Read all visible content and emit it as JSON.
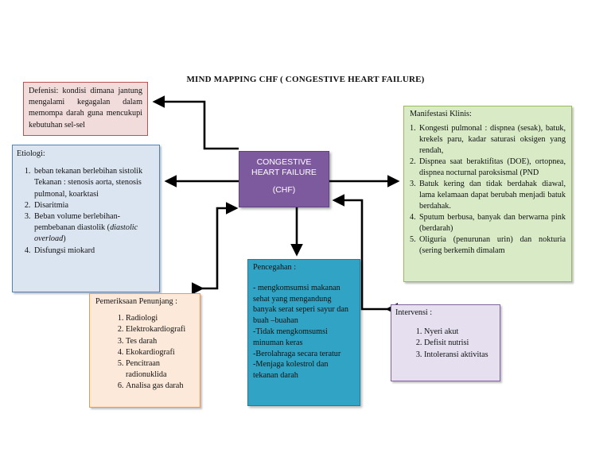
{
  "title": "MIND MAPPING CHF ( CONGESTIVE HEART FAILURE)",
  "center": {
    "line1": "CONGESTIVE",
    "line2": "HEART FAILURE",
    "line3": "(CHF)"
  },
  "defenisi": {
    "text": "Defenisi: kondisi dimana jantung mengalami kegagalan dalam memompa darah guna mencukupi kebutuhan sel-sel"
  },
  "etiologi": {
    "heading": "Etiologi:",
    "items": [
      "beban tekanan berlebihan sistolik Tekanan : stenosis aorta, stenosis pulmonal, koarktasi",
      "Disaritmia",
      "Beban volume berlebihan-pembebanan diastolik (diastolic overload)",
      "Disfungsi miokard"
    ],
    "item3_plain": "Beban volume berlebihan-pembebanan diastolik (",
    "item3_italic": "diastolic overload",
    "item3_end": ")"
  },
  "manifestasi": {
    "heading": "Manifestasi Klinis:",
    "items": [
      {
        "num": "1.",
        "text": "Kongesti pulmonal : dispnea (sesak), batuk, krekels paru, kadar saturasi oksigen yang rendah,"
      },
      {
        "num": "2.",
        "text": "Dispnea saat beraktifitas (DOE), ortopnea, dispnea nocturnal paroksismal (PND"
      },
      {
        "num": "3.",
        "text": "Batuk kering dan tidak berdahak diawal, lama kelamaan dapat berubah menjadi batuk berdahak."
      },
      {
        "num": "4.",
        "text": "Sputum berbusa, banyak dan berwarna pink (berdarah)"
      },
      {
        "num": "5.",
        "text": "Oliguria (penurunan urin) dan nokturia (sering berkemih dimalam"
      }
    ]
  },
  "pemeriksaan": {
    "heading": "Pemeriksaan Penunjang :",
    "items": [
      "Radiologi",
      "Elektrokardiografi",
      "Tes darah",
      "Ekokardiografi",
      "Pencitraan radionuklida",
      "Analisa gas darah"
    ]
  },
  "pencegahan": {
    "heading": "Pencegahan :",
    "items": [
      "- mengkomsumsi makanan sehat yang mengandung banyak serat seperi sayur dan buah –buahan",
      "-Tidak mengkomsumsi minuman keras",
      "-Berolahraga secara teratur",
      "-Menjaga kolestrol dan tekanan darah"
    ]
  },
  "intervensi": {
    "heading": "Intervensi :",
    "items": [
      "Nyeri akut",
      "Defisit nutrisi",
      "Intoleransi aktivitas"
    ]
  },
  "colors": {
    "center_fill": "#7d5a9e",
    "defenisi_fill": "#f2dcdb",
    "etiologi_fill": "#dbe5f1",
    "manifestasi_fill": "#d8ebc6",
    "pemeriksaan_fill": "#fde9d9",
    "pencegahan_fill": "#31a3c4",
    "intervensi_fill": "#e5dff0",
    "connector": "#000000"
  }
}
